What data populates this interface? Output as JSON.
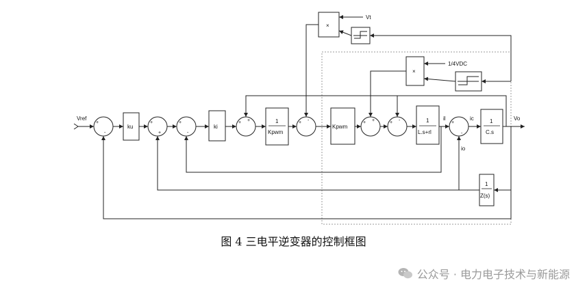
{
  "diagram": {
    "signals": {
      "vref": "Vref",
      "vo": "Vo",
      "vt": "Vt",
      "quarter_vdc": "1/4VDC",
      "il": "il",
      "ic": "ic",
      "io": "io"
    },
    "blocks": {
      "ku": "ku",
      "ki": "ki",
      "inv_kpwm_num": "1",
      "inv_kpwm_den": "Kpwm",
      "kpwm": "Kpwm",
      "inductor_num": "1",
      "inductor_den": "L.s+rl",
      "cap_num": "1",
      "cap_den": "C.s",
      "load_num": "1",
      "load_den": "Z(s)",
      "multiply": "×"
    },
    "signs": {
      "plus": "+",
      "minus": "-"
    }
  },
  "caption": "图 4  三电平逆变器的控制框图",
  "watermark": "公众号 · 电力电子技术与新能源"
}
